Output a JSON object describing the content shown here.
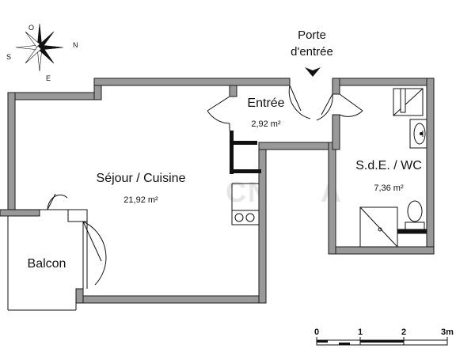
{
  "compass": {
    "labels": {
      "north": "N",
      "south": "S",
      "east": "E",
      "west": "O"
    }
  },
  "entry_marker": {
    "line1": "Porte",
    "line2": "d'entrée"
  },
  "rooms": {
    "sejour": {
      "name": "Séjour / Cuisine",
      "area": "21,92 m²"
    },
    "entree": {
      "name": "Entrée",
      "area": "2,92 m²"
    },
    "sde": {
      "name": "S.d.E. / WC",
      "area": "7,36 m²"
    },
    "balcon": {
      "name": "Balcon"
    }
  },
  "scale_bar": {
    "ticks": [
      "0",
      "1",
      "2",
      "3m"
    ]
  },
  "watermark": {
    "left": "CN",
    "right": "A"
  },
  "colors": {
    "wall_fill": "#999999",
    "wall_stroke": "#1a1a1a",
    "line": "#111111"
  }
}
